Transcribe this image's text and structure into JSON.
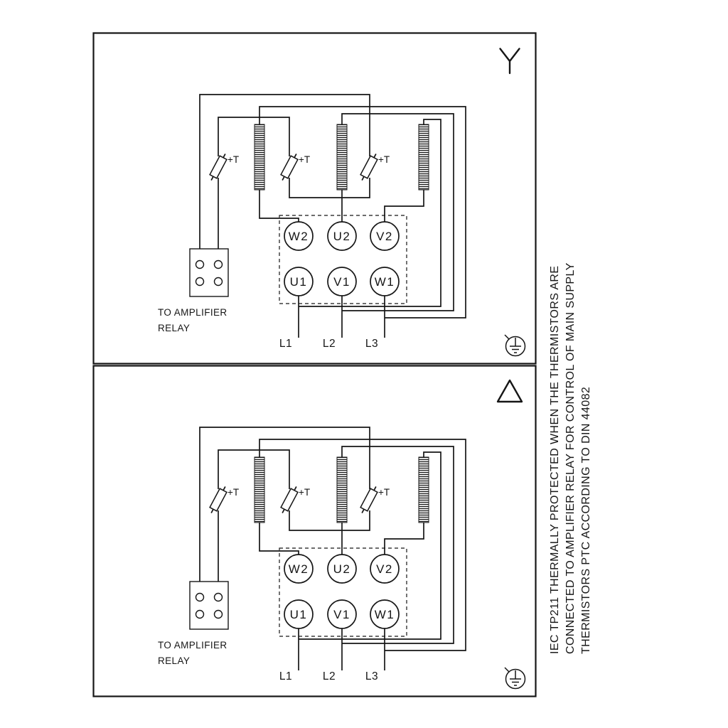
{
  "diagram": {
    "panels": [
      {
        "id": "star-connection",
        "connection_symbol": "star",
        "terminals_top": [
          "W2",
          "U2",
          "V2"
        ],
        "terminals_bottom": [
          "U1",
          "V1",
          "W1"
        ],
        "supply_lines": [
          "L1",
          "L2",
          "L3"
        ],
        "thermistor_labels": [
          "+T",
          "+T",
          "+T"
        ],
        "relay_caption": [
          "TO AMPLIFIER",
          "RELAY"
        ]
      },
      {
        "id": "delta-connection",
        "connection_symbol": "delta",
        "terminals_top": [
          "W2",
          "U2",
          "V2"
        ],
        "terminals_bottom": [
          "U1",
          "V1",
          "W1"
        ],
        "supply_lines": [
          "L1",
          "L2",
          "L3"
        ],
        "thermistor_labels": [
          "+T",
          "+T",
          "+T"
        ],
        "relay_caption": [
          "TO AMPLIFIER",
          "RELAY"
        ]
      }
    ],
    "note_lines": [
      "IEC TP211 THERMALLY PROTECTED WHEN THE THERMISTORS ARE",
      "CONNECTED TO AMPLIFIER RELAY FOR CONTROL OF MAIN SUPPLY",
      "THERMISTORS PTC ACCORDING TO DIN 44082"
    ],
    "colors": {
      "line": "#161616",
      "background": "#ffffff"
    }
  }
}
